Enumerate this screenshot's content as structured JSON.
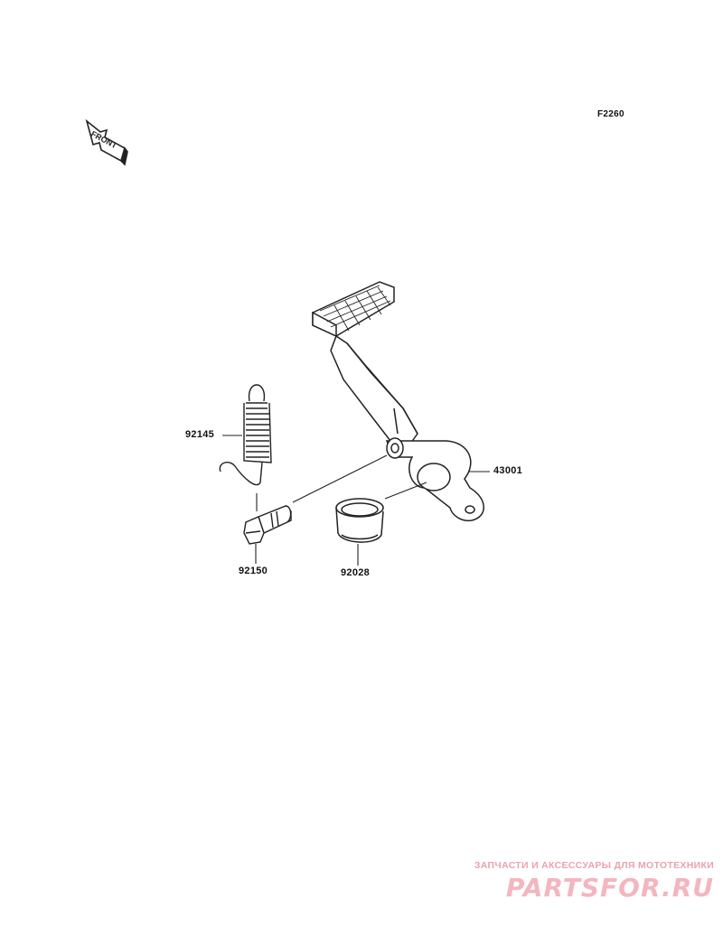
{
  "figure_code": "F2260",
  "front_label": "FRONT",
  "parts": [
    {
      "number": "92145"
    },
    {
      "number": "43001"
    },
    {
      "number": "92150"
    },
    {
      "number": "92028"
    }
  ],
  "watermark": {
    "tagline": "ЗАПЧАСТИ И АКСЕССУАРЫ ДЛЯ МОТОТЕХНИКИ",
    "logo": "PARTSFOR.RU"
  },
  "colors": {
    "line": "#222222",
    "watermark": "#f3b6bf"
  }
}
